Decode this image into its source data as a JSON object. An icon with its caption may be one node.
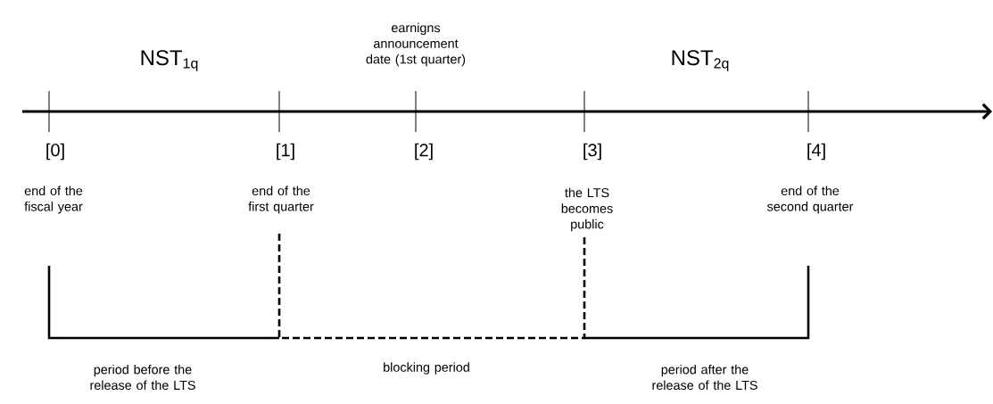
{
  "diagram": {
    "labels": [
      "earnigns announcement date (1st quarter)",
      "NST$_{1q}$",
      "NST$_{2q}$",
      "[0]",
      "[1]",
      "[2]",
      "[3]",
      "[4]",
      "end of the fiscal year",
      "end of the first quarter",
      "the LTS becomes public",
      "end of the second quarter",
      "period before the release of the LTS",
      "blocking period",
      "period after the release of the LTS"
    ]
  }
}
